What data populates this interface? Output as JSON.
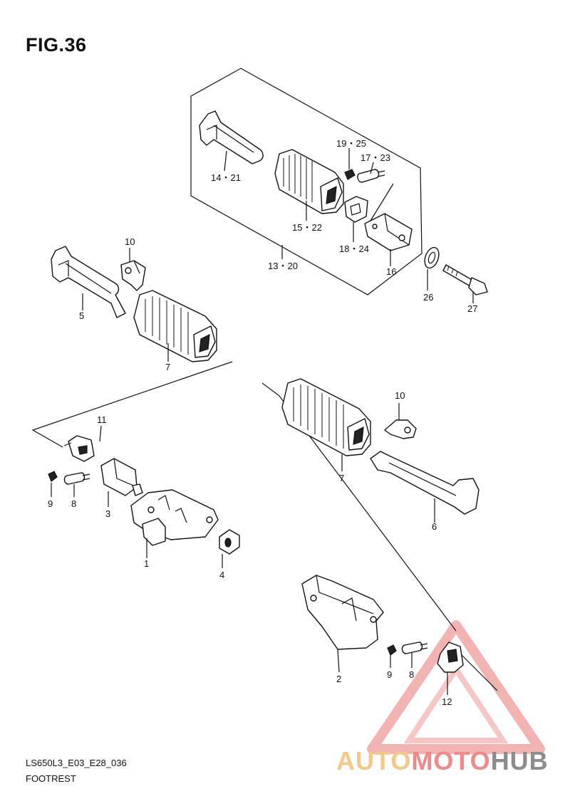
{
  "figure": {
    "title": "FIG.36",
    "code": "LS650L3_E03_E28_036",
    "caption": "FOOTREST"
  },
  "callouts": {
    "c14_21": "14・21",
    "c19_25": "19・25",
    "c17_23": "17・23",
    "c15_22": "15・22",
    "c18_24": "18・24",
    "c16": "16",
    "c13_20": "13・20",
    "c26": "26",
    "c27": "27",
    "c10_left": "10",
    "c5": "5",
    "c7_left": "7",
    "c11": "11",
    "c9_left": "9",
    "c8_left": "8",
    "c3": "3",
    "c1": "1",
    "c4": "4",
    "c10_right": "10",
    "c7_right": "7",
    "c6": "6",
    "c2": "2",
    "c9_right": "9",
    "c8_right": "8",
    "c12": "12"
  },
  "watermark": {
    "part1": "AUTO",
    "part2": "MOTO",
    "part3": "HUB",
    "colors": {
      "orange": "#f5c88a",
      "red": "#ee8a8a",
      "gray": "#8c8c8c"
    }
  }
}
